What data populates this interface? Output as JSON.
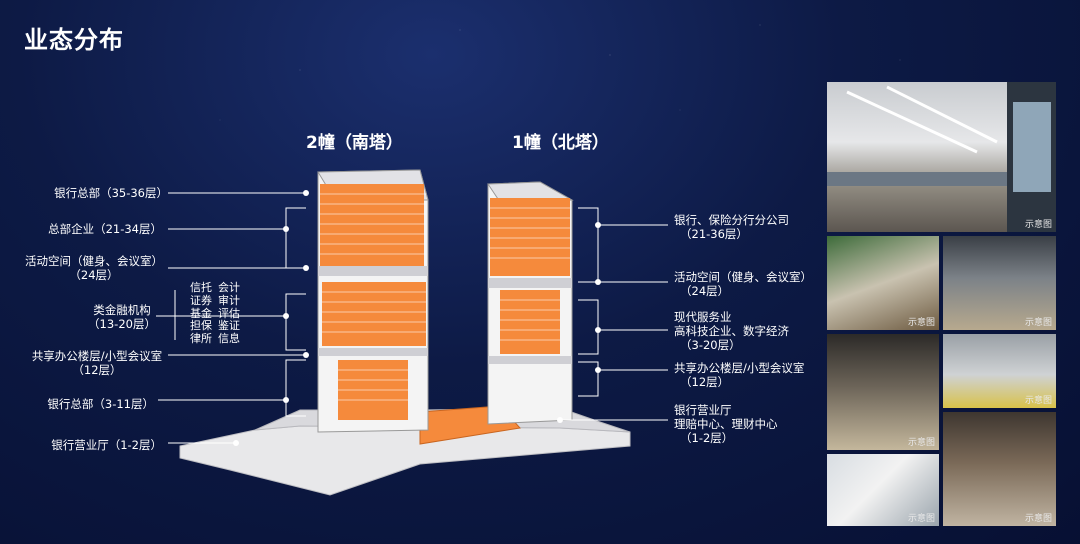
{
  "title": "业态分布",
  "towers": {
    "south": "2幢（南塔）",
    "north": "1幢（北塔）"
  },
  "left_labels": {
    "bank_hq_top": "银行总部（35-36层）",
    "hq_enterprise": "总部企业（21-34层）",
    "activity_line1": "活动空间（健身、会议室）",
    "activity_line2": "（24层）",
    "financial_line1": "类金融机构",
    "financial_line2": "（13-20层）",
    "shared_line1": "共享办公楼层/小型会议室",
    "shared_line2": "（12层）",
    "bank_hq_low": "银行总部（3-11层）",
    "bank_hall": "银行营业厅（1-2层）",
    "fin_items": [
      "信托",
      "会计",
      "证券",
      "审计",
      "基金",
      "评估",
      "担保",
      "鉴证",
      "律所",
      "信息"
    ]
  },
  "right_labels": {
    "bank_ins_line1": "银行、保险分行分公司",
    "bank_ins_line2": "（21-36层）",
    "activity_line1": "活动空间（健身、会议室）",
    "activity_line2": "（24层）",
    "modern_line1": "现代服务业",
    "modern_line2": "高科技企业、数字经济",
    "modern_line3": "（3-20层）",
    "shared_line1": "共享办公楼层/小型会议室",
    "shared_line2": "（12层）",
    "hall_line1": "银行营业厅",
    "hall_line2": "理赔中心、理财中心",
    "hall_line3": "（1-2层）"
  },
  "photo_tag": "示意图",
  "colors": {
    "orange": "#f58a3c",
    "tower_white": "#f4f4f4",
    "background": "#0d1a45"
  }
}
